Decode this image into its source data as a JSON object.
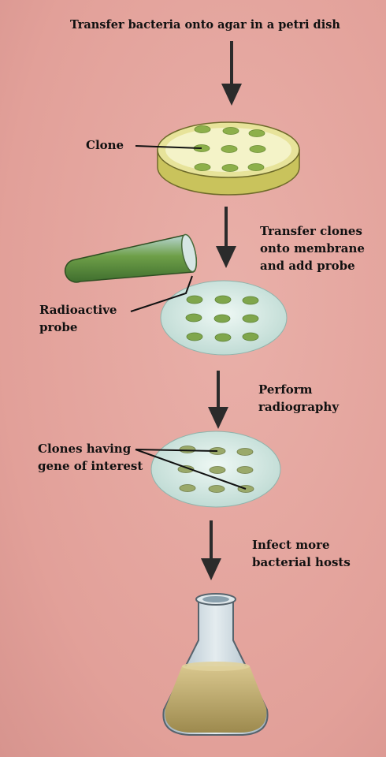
{
  "steps": {
    "step1": "Transfer bacteria onto agar in a petri dish",
    "step2_line1": "Transfer clones",
    "step2_line2": "onto membrane",
    "step2_line3": "and add probe",
    "step3_line1": "Perform",
    "step3_line2": "radiography",
    "step4_line1": "Infect more",
    "step4_line2": "bacterial hosts"
  },
  "labels": {
    "clone": "Clone",
    "probe_line1": "Radioactive",
    "probe_line2": "probe",
    "interest_line1": "Clones having",
    "interest_line2": "gene of interest"
  },
  "colors": {
    "background": "#e6a6a0",
    "agar": "#f4f3c8",
    "membrane": "#d8ece6",
    "colony": "#8db04a",
    "tube": "#5f9a3c",
    "flask_liquid": "#bfa968",
    "arrow": "#2b2b2b"
  }
}
